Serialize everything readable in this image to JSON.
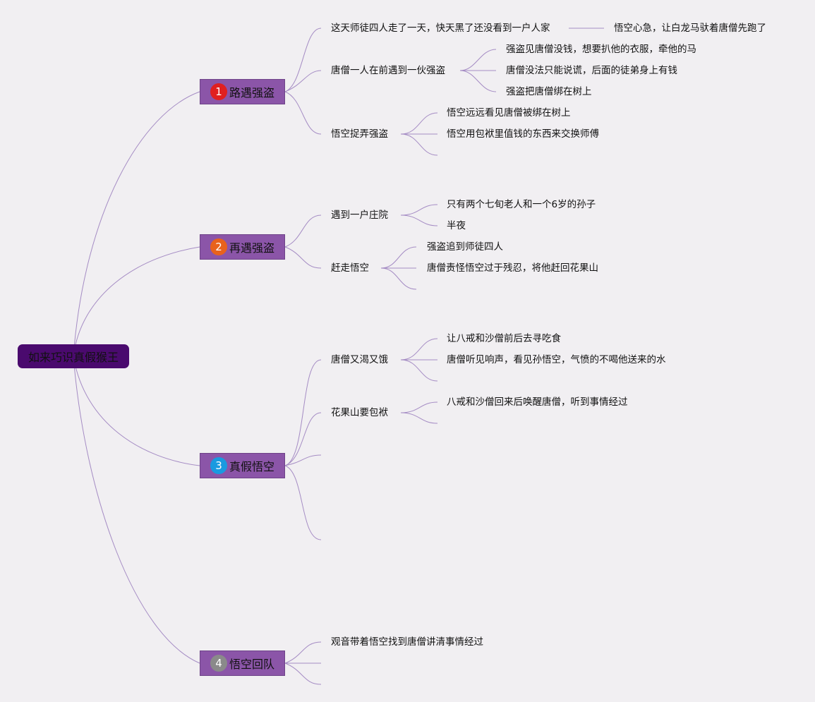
{
  "root": {
    "label": "如来巧识真假猴王"
  },
  "branches": [
    {
      "number": "1",
      "label": "路遇强盗",
      "badge_color": "#e02020"
    },
    {
      "number": "2",
      "label": "再遇强盗",
      "badge_color": "#e8621c"
    },
    {
      "number": "3",
      "label": "真假悟空",
      "badge_color": "#1a9ae0"
    },
    {
      "number": "4",
      "label": "悟空回队",
      "badge_color": "#8a8a8a"
    }
  ],
  "topics": {
    "b1_t1": "这天师徒四人走了一天，快天黑了还没看到一户人家",
    "b1_t1_s1": "悟空心急，让白龙马驮着唐僧先跑了",
    "b1_t2": "唐僧一人在前遇到一伙强盗",
    "b1_t2_s1": "强盗见唐僧没钱，想要扒他的衣服，牵他的马",
    "b1_t2_s2": "唐僧没法只能说谎，后面的徒弟身上有钱",
    "b1_t2_s3": "强盗把唐僧绑在树上",
    "b1_t3": "悟空捉弄强盗",
    "b1_t3_s1": "悟空远远看见唐僧被绑在树上",
    "b1_t3_s2": "悟空用包袱里值钱的东西来交换师傅",
    "b2_t1": "遇到一户庄院",
    "b2_t1_s1": "只有两个七旬老人和一个6岁的孙子",
    "b2_t1_s2": "半夜",
    "b2_t2": "赶走悟空",
    "b2_t2_s1": "强盗追到师徒四人",
    "b2_t2_s2": "唐僧责怪悟空过于残忍，将他赶回花果山",
    "b3_t1": "唐僧又渴又饿",
    "b3_t1_s1": "让八戒和沙僧前后去寻吃食",
    "b3_t1_s2": "唐僧听见响声，看见孙悟空，气愤的不喝他送来的水",
    "b3_t2": "花果山要包袱",
    "b3_t2_s1": "八戒和沙僧回来后唤醒唐僧，听到事情经过",
    "b4_t1": "观音带着悟空找到唐僧讲清事情经过"
  },
  "colors": {
    "line": "#a58cc4",
    "root_bg": "#4a0a6e",
    "branch_bg": "#8b55a8",
    "background": "#f1eff2"
  }
}
